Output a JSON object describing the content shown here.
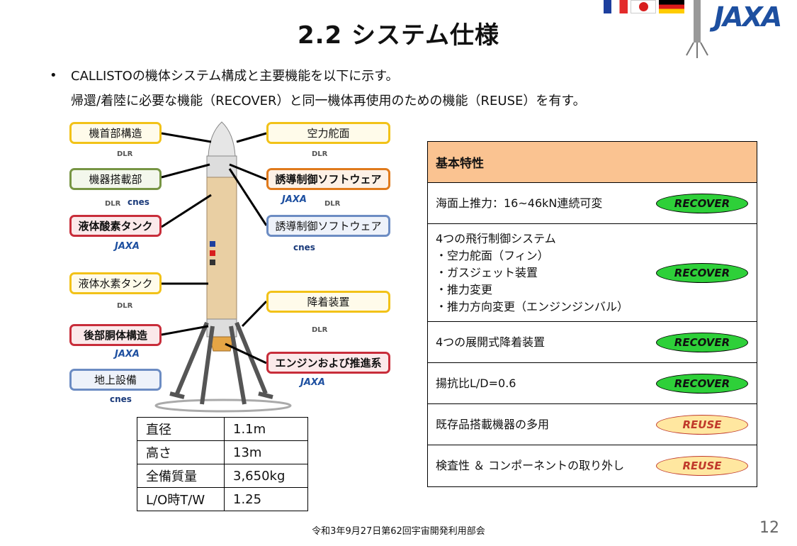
{
  "title": "2.2 システム仕様",
  "logo_text": "JAXA",
  "bullet": "•",
  "intro_line1": "CALLISTOの機体システム構成と主要機能を以下に示す。",
  "intro_line2": "帰還/着陸に必要な機能（RECOVER）と同一機体再使用のための機能（REUSE）を有す。",
  "left_labels": [
    {
      "text": "機首部構造"
    },
    {
      "text": "機器搭載部"
    },
    {
      "text": "液体酸素タンク"
    },
    {
      "text": "液体水素タンク"
    },
    {
      "text": "後部胴体構造"
    },
    {
      "text": "地上設備"
    }
  ],
  "right_labels": [
    {
      "text": "空力舵面"
    },
    {
      "text": "誘導制御ソフトウェア"
    },
    {
      "text": "誘導制御ソフトウェア"
    },
    {
      "text": "降着装置"
    },
    {
      "text": "エンジンおよび推進系"
    }
  ],
  "orgs": {
    "dlr": "DLR",
    "jaxa": "JAXA",
    "cnes": "cnes"
  },
  "specs": [
    {
      "label": "直径",
      "value": "1.1m"
    },
    {
      "label": "高さ",
      "value": "13m"
    },
    {
      "label": "全備質量",
      "value": "3,650kg"
    },
    {
      "label": "L/O時T/W",
      "value": "1.25"
    }
  ],
  "characteristics": {
    "header": "基本特性",
    "rows": [
      {
        "lines": [
          "海面上推力：16~46kN連続可変"
        ],
        "tag": "RECOVER"
      },
      {
        "lines": [
          "4つの飛行制御システム",
          "・空力舵面（フィン）",
          "・ガスジェット装置",
          "・推力変更",
          "・推力方向変更（エンジンジンバル）"
        ],
        "tag": "RECOVER"
      },
      {
        "lines": [
          "4つの展開式降着装置"
        ],
        "tag": "RECOVER"
      },
      {
        "lines": [
          "揚抗比L/D=0.6"
        ],
        "tag": "RECOVER"
      },
      {
        "lines": [
          "既存品搭載機器の多用"
        ],
        "tag": "REUSE"
      },
      {
        "lines": [
          "検査性 ＆ コンポーネントの取り外し"
        ],
        "tag": "REUSE"
      }
    ]
  },
  "footer": "令和3年9月27日第62回宇宙開発利用部会",
  "page_number": "12",
  "colors": {
    "recover": "#2ed039",
    "reuse": "#ffe7a0",
    "header": "#fac391"
  }
}
